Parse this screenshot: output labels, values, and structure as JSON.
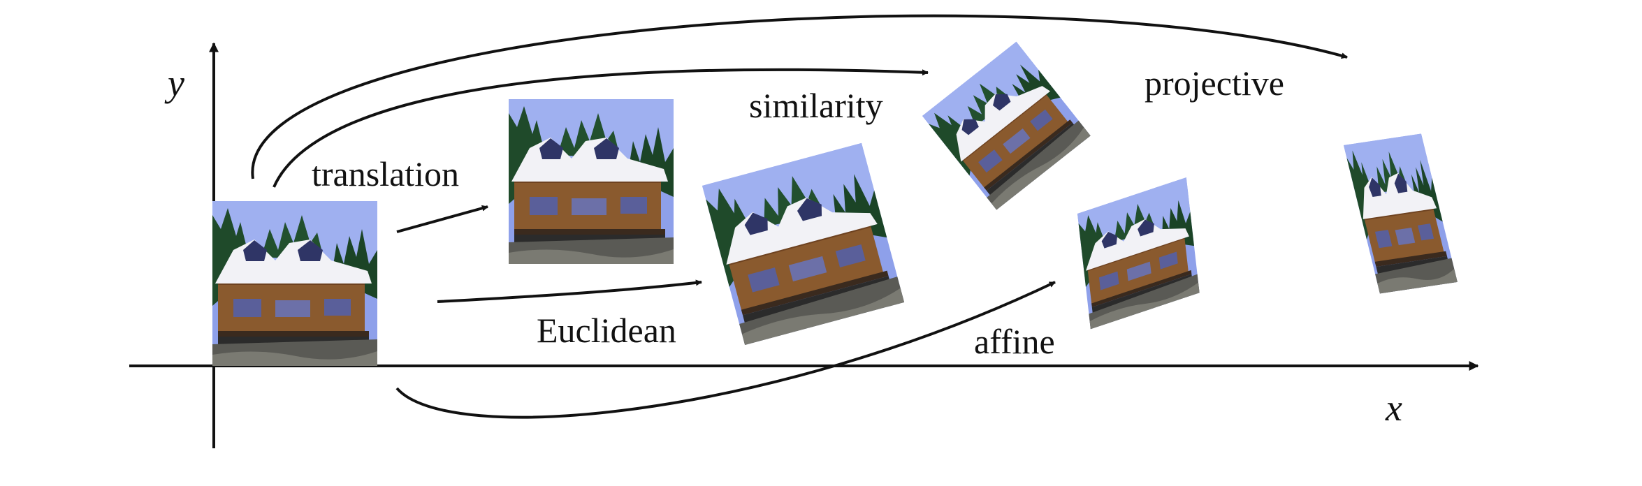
{
  "diagram": {
    "axes": {
      "x_label": "x",
      "y_label": "y"
    },
    "transforms": [
      {
        "id": "translation",
        "label": "translation"
      },
      {
        "id": "euclidean",
        "label": "Euclidean"
      },
      {
        "id": "similarity",
        "label": "similarity"
      },
      {
        "id": "affine",
        "label": "affine"
      },
      {
        "id": "projective",
        "label": "projective"
      }
    ],
    "image_subject": "house-photo",
    "colors": {
      "ink": "#111111",
      "sky": "#8ea0ea",
      "roof": "#f2f2f6",
      "wall": "#8a5a2e",
      "trees": "#1f4a2a",
      "ground": "#5a5a55"
    }
  }
}
